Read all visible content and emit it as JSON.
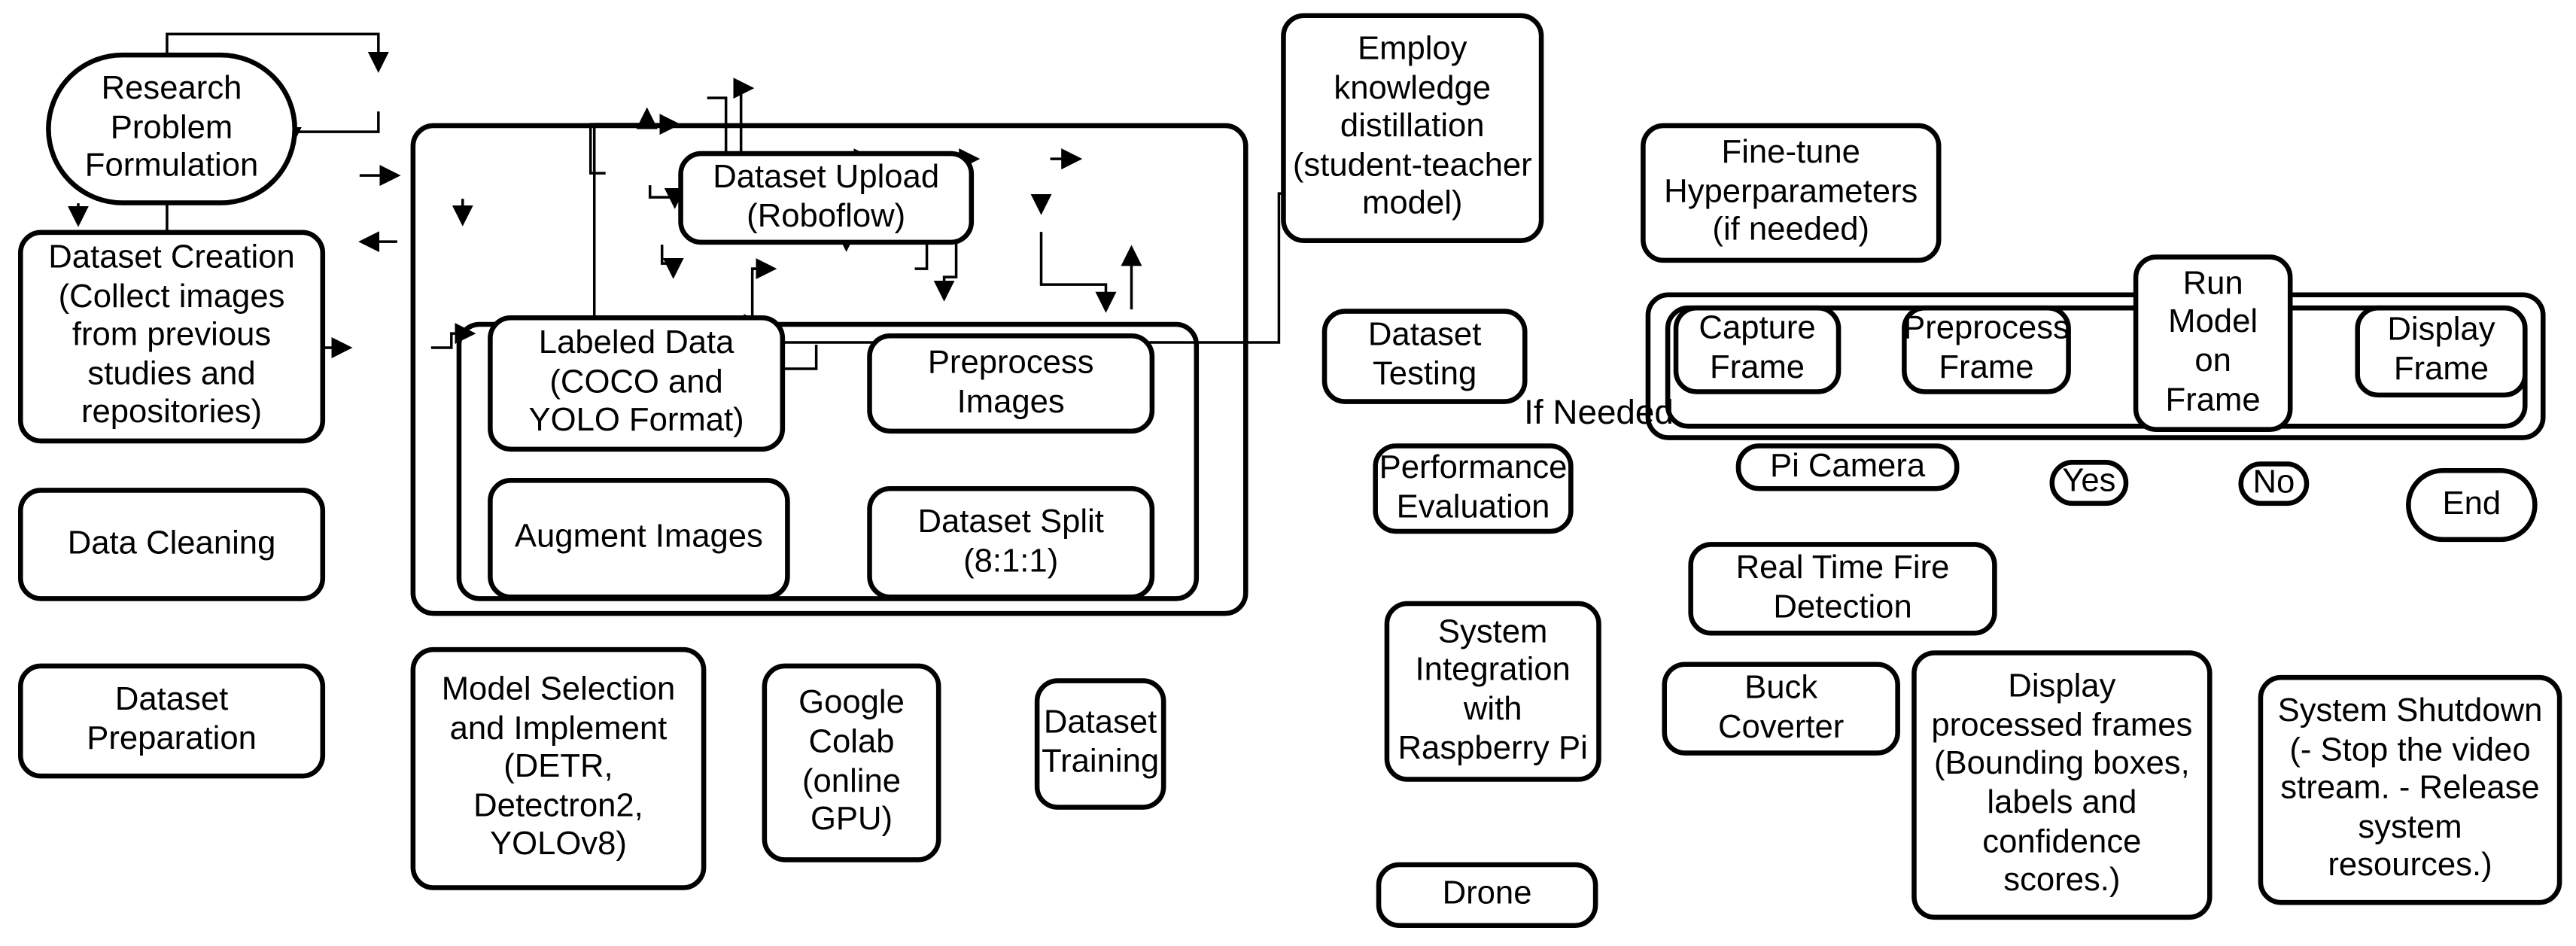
{
  "diagram": {
    "title": "Fire Detection Research Workflow Flowchart",
    "background_color": "#ffffff",
    "line_color": "#000000",
    "text_color": "#000000"
  },
  "nodes": {
    "research_problem": "Research\nProblem\nFormulation",
    "dataset_creation": "Dataset Creation\n(Collect images\nfrom previous\nstudies and\nrepositories)",
    "data_cleaning": "Data Cleaning",
    "dataset_preparation": "Dataset\nPreparation",
    "dataset_upload": "Dataset Upload\n(Roboflow)",
    "labeled_data": "Labeled Data\n(COCO and\nYOLO Format)",
    "preprocess_images": "Preprocess\nImages",
    "dataset_split": "Dataset Split\n(8:1:1)",
    "augment_images": "Augment Images",
    "model_selection": "Model Selection\nand Implement\n(DETR,\nDetectron2,\nYOLOv8)",
    "google_colab": "Google\nColab\n(online\nGPU)",
    "dataset_training": "Dataset\nTraining",
    "employ_knowledge_distillation": "Employ\nknowledge\ndistillation\n(student-teacher\nmodel)",
    "dataset_testing": "Dataset\nTesting",
    "performance_evaluation": "Performance\nEvaluation",
    "system_integration": "System\nIntegration\nwith\nRaspberry Pi",
    "drone": "Drone",
    "fine_tune": "Fine-tune\nHyperparameters\n(if needed)",
    "pi_camera": "Pi Camera",
    "real_time_fire_detection": "Real Time Fire\nDetection",
    "buck_converter": "Buck\nCoverter",
    "capture_frame": "Capture\nFrame",
    "preprocess_frame": "Preprocess\nFrame",
    "run_model_on_frame": "Run\nModel\non\nFrame",
    "display_frame": "Display\nFrame",
    "yes_decision": "Yes",
    "no_decision": "No",
    "display_processed_frames": "Display\nprocessed frames\n(Bounding boxes,\nlabels and\nconfidence\nscores.)",
    "system_shutdown": "System Shutdown\n(- Stop the video\nstream. - Release\nsystem\nresources.)",
    "end": "End"
  },
  "edge_labels": {
    "if_needed": "If Needed"
  }
}
